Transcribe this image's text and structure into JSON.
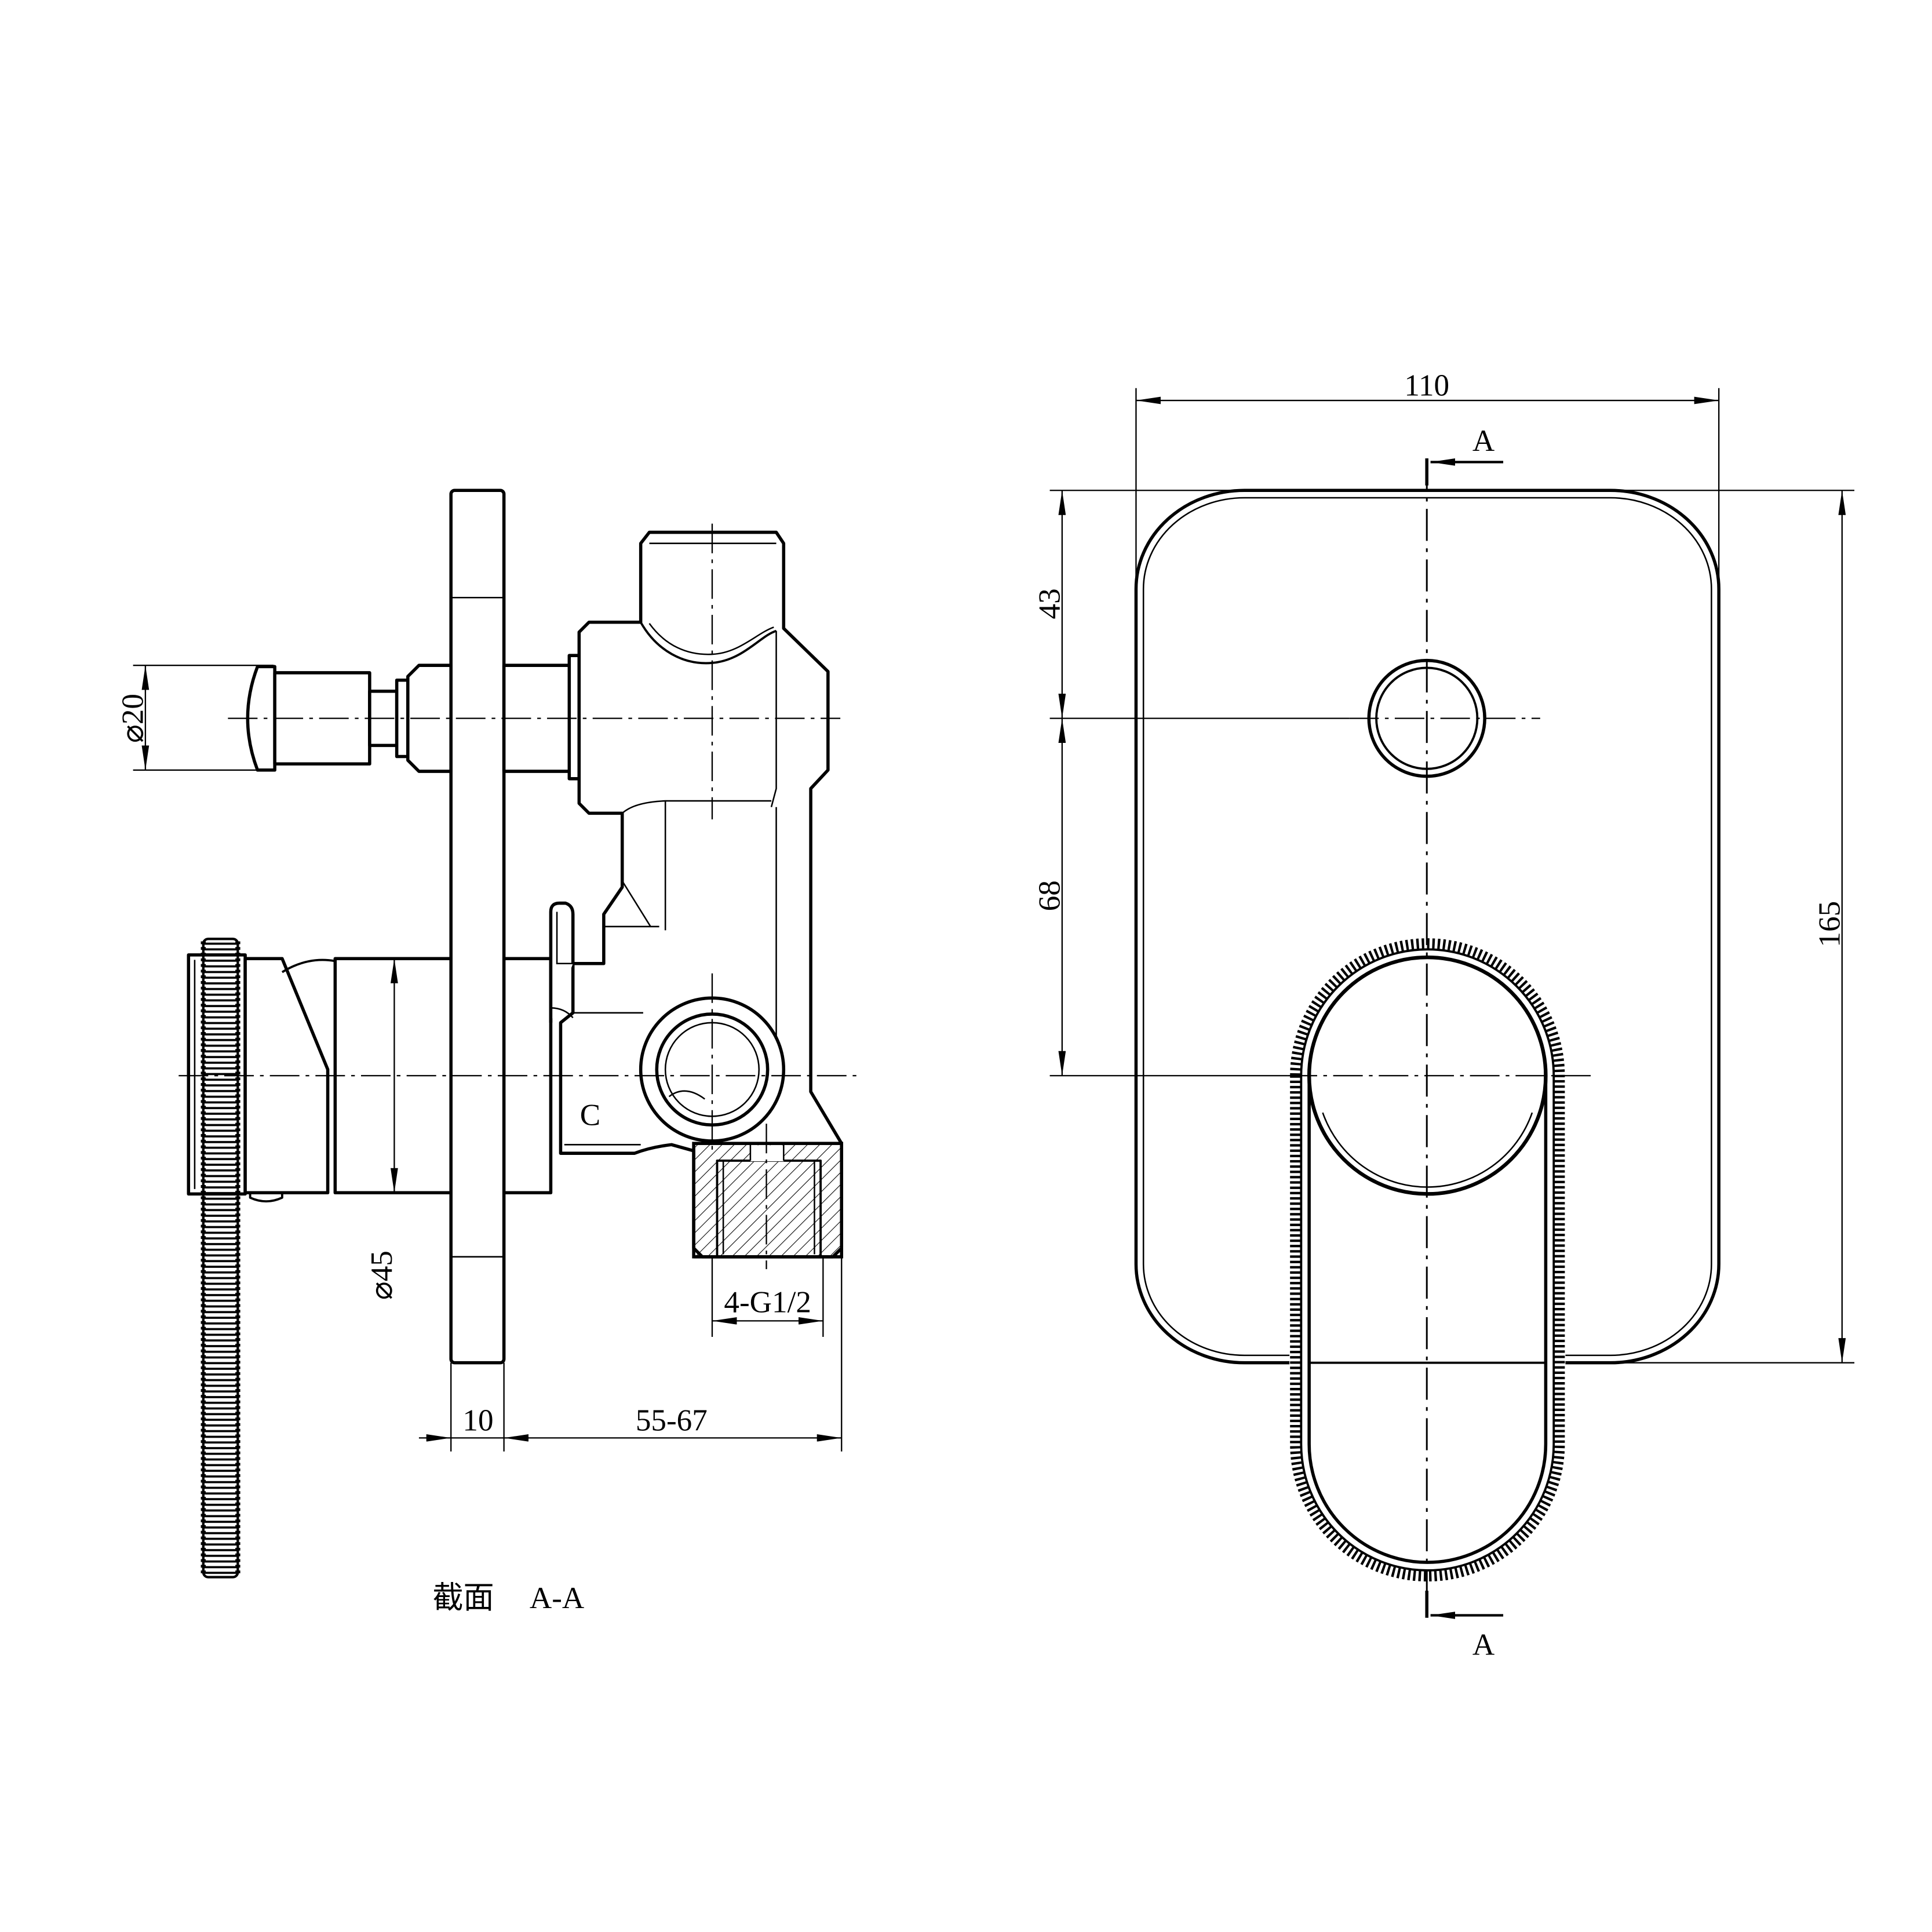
{
  "section_view": {
    "title": "截面",
    "section_id": "A-A",
    "stem_diameter": "⌀20",
    "body_diameter": "⌀45",
    "plate_thickness": "10",
    "install_depth": "55-67",
    "outlet_thread": "4-G1/2",
    "port_letter": "C"
  },
  "front_view": {
    "overall_width": "110",
    "overall_height": "165",
    "top_to_button": "43",
    "button_to_handle": "68",
    "section_mark_top": "A",
    "section_mark_bottom": "A"
  }
}
